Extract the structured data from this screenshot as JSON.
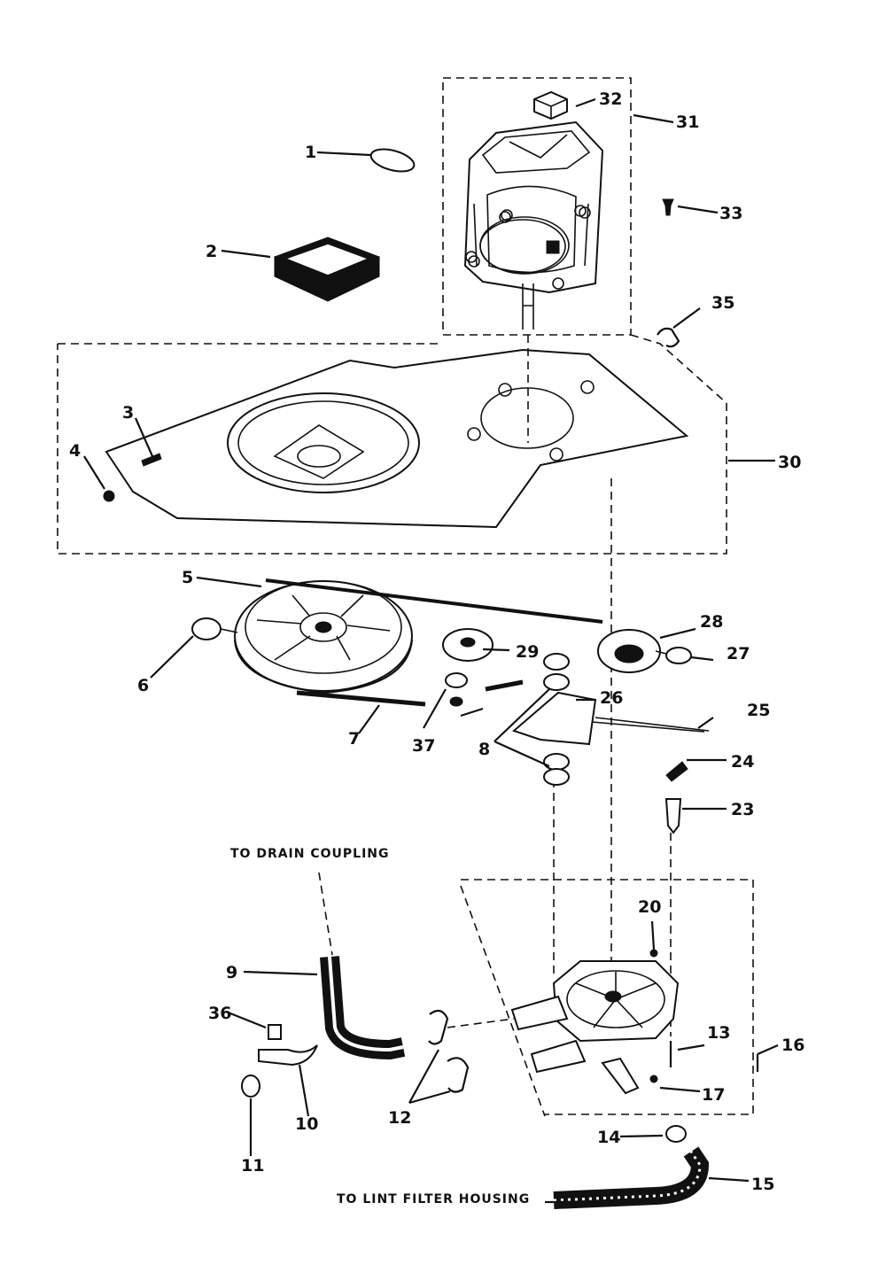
{
  "labels": {
    "l1": "1",
    "l2": "2",
    "l3": "3",
    "l4": "4",
    "l5": "5",
    "l6": "6",
    "l7": "7",
    "l8": "8",
    "l9": "9",
    "l10": "10",
    "l11": "11",
    "l12": "12",
    "l13": "13",
    "l14": "14",
    "l15": "15",
    "l16": "16",
    "l17": "17",
    "l20": "20",
    "l23": "23",
    "l24": "24",
    "l25": "25",
    "l26": "26",
    "l27": "27",
    "l28": "28",
    "l29": "29",
    "l30": "30",
    "l31": "31",
    "l32": "32",
    "l33": "33",
    "l35": "35",
    "l36": "36",
    "l37": "37"
  },
  "notes": {
    "drain": "TO DRAIN COUPLING",
    "lint": "TO LINT FILTER HOUSING"
  }
}
